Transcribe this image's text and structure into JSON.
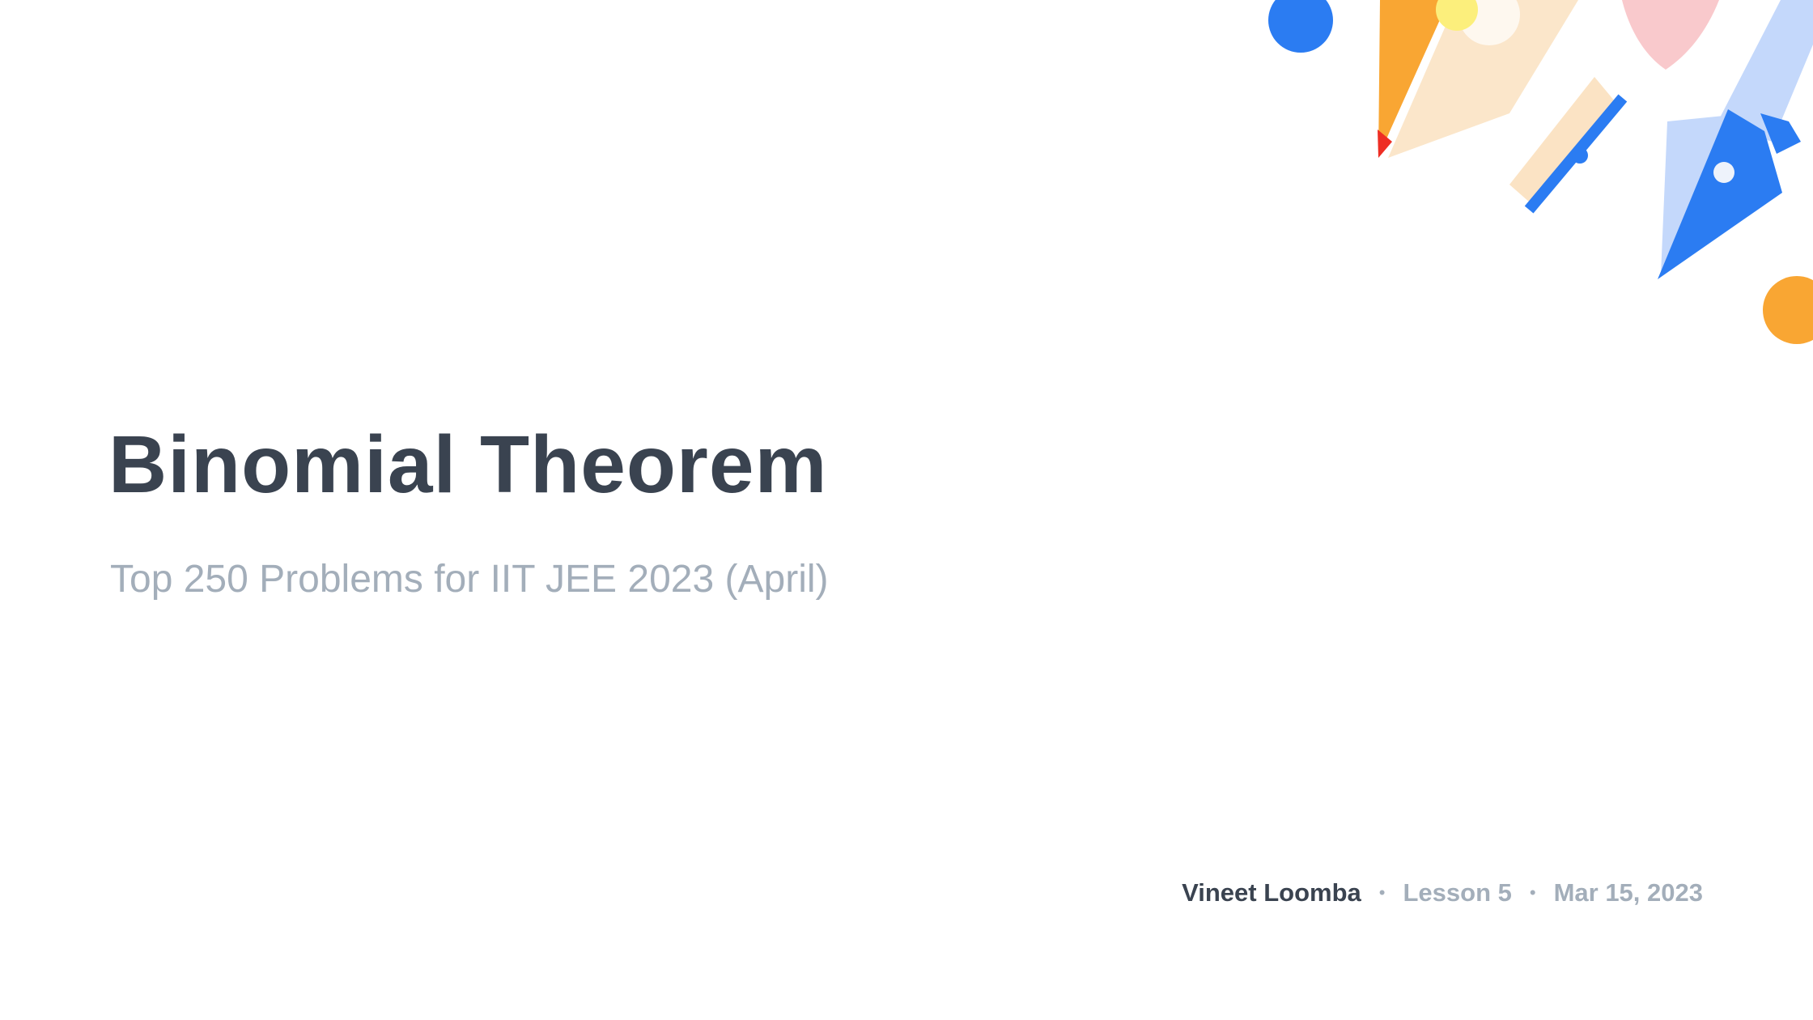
{
  "slide": {
    "title": "Binomial Theorem",
    "subtitle": "Top 250 Problems for IIT JEE 2023 (April)",
    "author": "Vineet Loomba",
    "separator": "•",
    "lesson": "Lesson 5",
    "date": "Mar 15, 2023"
  },
  "colors": {
    "title": "#3a4350",
    "subtitle": "#a3aeba",
    "accent_blue": "#2b7cf2",
    "accent_orange": "#f9a633",
    "accent_pink": "#f9c9cc",
    "light_blue": "#c4d8fb",
    "peach": "#fbe3c4"
  },
  "decor": {
    "icons": [
      "blue-dot-icon",
      "pencil-icon",
      "pen-nib-icon",
      "orange-dot-icon",
      "pink-shape-icon",
      "eraser-icon"
    ]
  }
}
